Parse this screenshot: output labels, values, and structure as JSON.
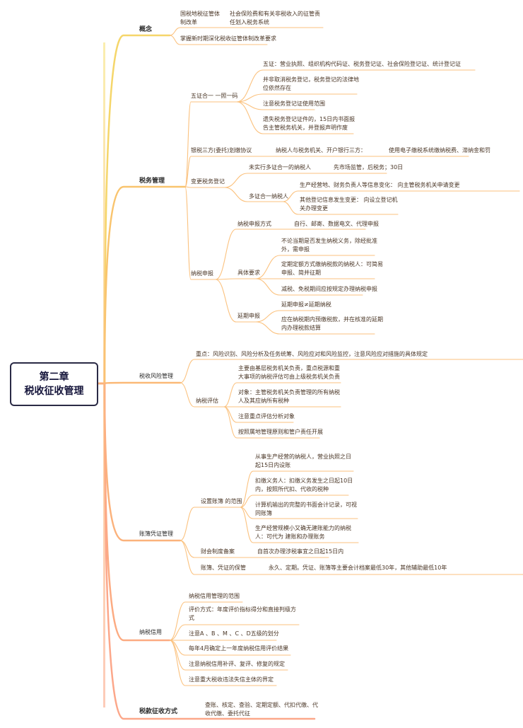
{
  "root": {
    "line1": "第二章",
    "line2": "税收征收管理"
  },
  "concept": {
    "label": "概念",
    "items": [
      {
        "a": "国税地税征管体制改革",
        "b": "社会保险费和有关非税收入的征管责任划入税务系统"
      },
      {
        "a": "掌握新时期深化税收征管体制改革要求"
      }
    ]
  },
  "tax_admin": {
    "label": "税务管理",
    "five_in_one": {
      "label": "五证合一 一照一码",
      "items": [
        "五证：营业执照、组织机构代码证、税务登记证、社会保险登记证、统计登记证",
        "并非取消税务登记，税务登记的法律地位依然存在",
        "注意税务登记证使用范围",
        "遗失税务登记证件的，15日内书面报 告主管税务机关，并登报声明作废"
      ]
    },
    "bank_tax": {
      "label": "银税三方(委托)划缴协议",
      "b": "纳税人与税务机关、开户银行三方：",
      "c": "使用电子缴税系统缴纳税费、滞纳金和罚"
    },
    "change": {
      "label": "变更税务登记",
      "not_multi": {
        "label": "未实行多证合一的纳税人",
        "b": "先市场监管，后税务；30日"
      },
      "multi": {
        "label": "多证合一纳税人",
        "items": [
          "生产经营地、财务负责人等信息变化：  向主管税务机关申请变更",
          "其他登记信息发生变更：  向设立登记机关办理变更"
        ]
      }
    },
    "filing": {
      "label": "纳税申报",
      "method": {
        "label": "纳税申报方式",
        "b": "自行、邮寄、数据电文、代理申报"
      },
      "req": {
        "label": "具体要求",
        "items": [
          "不论当期是否发生纳税义务，除经批准外，需申报",
          "定期定额方式缴纳税款的纳税人：可简易申报、简并征期",
          "减税、免税期间应按规定办理纳税申报"
        ]
      },
      "delay": {
        "label": "延期申报",
        "items": [
          "延期申报≠延期纳税",
          "应在纳税期内预缴税款，并在核准的延期内办理税款结算"
        ]
      }
    }
  },
  "risk": {
    "label": "税收风险管理",
    "key": "重点：风险识别、风险分析及任务统筹、风险应对和风险监控，注意风险应对措施的具体规定",
    "assess": {
      "label": "纳税评估",
      "items": [
        "主要由基层税务机关负责，重点税源和重大事项的纳税评估可由上级税务机关负责",
        "对象：主管税务机关负责管理的所有纳税人及其应纳所有税种",
        "注意重点评估分析对象",
        "按照属地管理原则和管户责任开展"
      ]
    }
  },
  "books": {
    "label": "账簿凭证管理",
    "scope": {
      "label": "设置账簿 的范围",
      "items": [
        "从事生产经营的纳税人，营业执照之日起15日内设账",
        "扣缴义务人：扣缴义务发生之日起10日内，按照所代扣、代收的税种",
        "计算机输出的完整的书面会计记录，可视同账簿",
        "生产经营规模小又确无建账能力的纳税人：可代为 建账和办理账务"
      ]
    },
    "filing": {
      "label": "财会制度备案",
      "b": "自首次办理涉税事宜之日起15日内"
    },
    "keep": {
      "label": "账簿、凭证的保管",
      "b": "永久、定期。凭证、账簿等主要会计档案最低30年，其他辅助最低10年"
    }
  },
  "credit": {
    "label": "纳税信用",
    "items": [
      "纳税信用管理的范围",
      "评价方式：年度评价指标得分和直接判级方式",
      "注意A 、B 、M 、C 、D五级的划分",
      "每年4月确定上一年度纳税信用评价结果",
      "注意纳税信用补评、复评、修复的规定",
      "注意重大税收违法失信主体的界定"
    ]
  },
  "collection": {
    "label": "税款征收方式",
    "b": "查账、核定、查验、定期定额、代扣代缴、代收代缴、委托代征"
  }
}
